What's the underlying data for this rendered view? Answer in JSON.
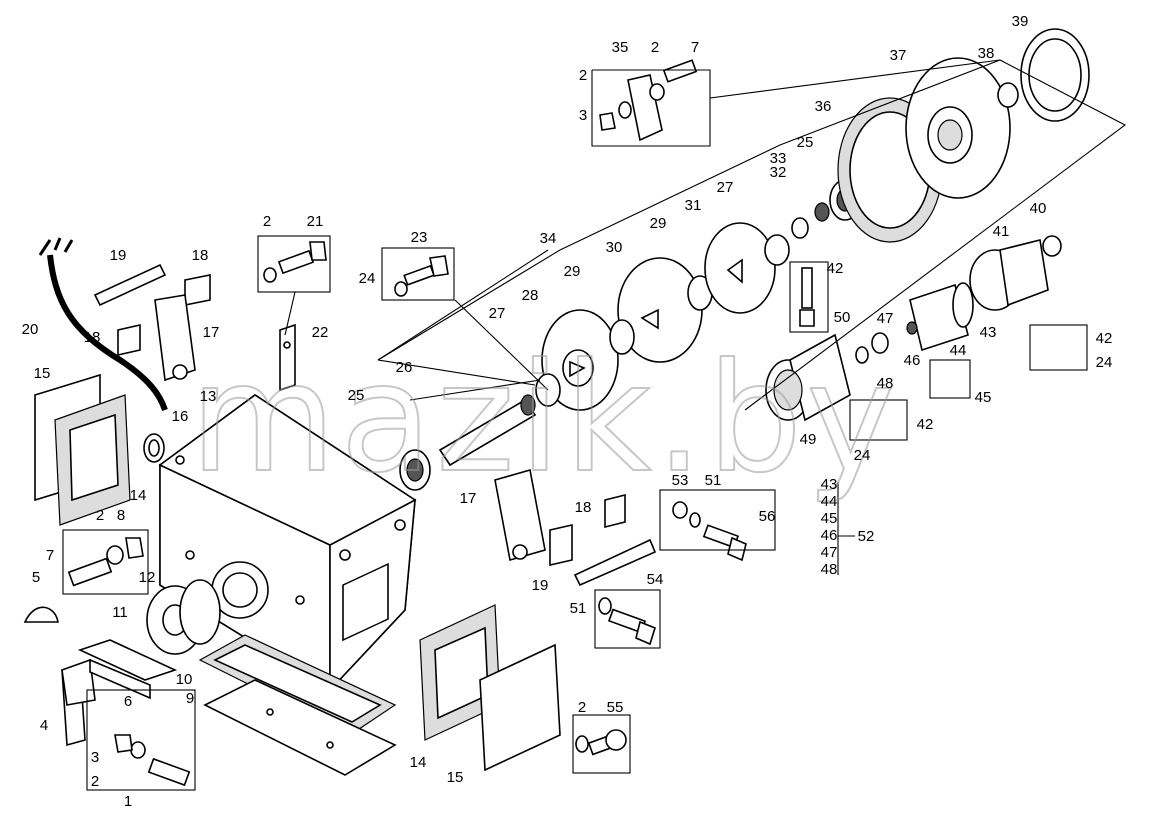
{
  "watermark": "mazik.by",
  "callouts": [
    {
      "id": "c1",
      "text": "1"
    },
    {
      "id": "c2a",
      "text": "2"
    },
    {
      "id": "c3a",
      "text": "3"
    },
    {
      "id": "c4",
      "text": "4"
    },
    {
      "id": "c5",
      "text": "5"
    },
    {
      "id": "c6",
      "text": "6"
    },
    {
      "id": "c7a",
      "text": "7"
    },
    {
      "id": "c2b",
      "text": "2"
    },
    {
      "id": "c8",
      "text": "8"
    },
    {
      "id": "c9",
      "text": "9"
    },
    {
      "id": "c10",
      "text": "10"
    },
    {
      "id": "c11",
      "text": "11"
    },
    {
      "id": "c12",
      "text": "12"
    },
    {
      "id": "c13",
      "text": "13"
    },
    {
      "id": "c14a",
      "text": "14"
    },
    {
      "id": "c15a",
      "text": "15"
    },
    {
      "id": "c16",
      "text": "16"
    },
    {
      "id": "c17a",
      "text": "17"
    },
    {
      "id": "c18a",
      "text": "18"
    },
    {
      "id": "c18b",
      "text": "18"
    },
    {
      "id": "c19a",
      "text": "19"
    },
    {
      "id": "c20",
      "text": "20"
    },
    {
      "id": "c2c",
      "text": "2"
    },
    {
      "id": "c21",
      "text": "21"
    },
    {
      "id": "c22",
      "text": "22"
    },
    {
      "id": "c23",
      "text": "23"
    },
    {
      "id": "c24a",
      "text": "24"
    },
    {
      "id": "c25a",
      "text": "25"
    },
    {
      "id": "c26",
      "text": "26"
    },
    {
      "id": "c27a",
      "text": "27"
    },
    {
      "id": "c28",
      "text": "28"
    },
    {
      "id": "c29a",
      "text": "29"
    },
    {
      "id": "c30",
      "text": "30"
    },
    {
      "id": "c29b",
      "text": "29"
    },
    {
      "id": "c31",
      "text": "31"
    },
    {
      "id": "c27b",
      "text": "27"
    },
    {
      "id": "c32",
      "text": "32"
    },
    {
      "id": "c33",
      "text": "33"
    },
    {
      "id": "c25b",
      "text": "25"
    },
    {
      "id": "c34",
      "text": "34"
    },
    {
      "id": "c35",
      "text": "35"
    },
    {
      "id": "c2d",
      "text": "2"
    },
    {
      "id": "c7b",
      "text": "7"
    },
    {
      "id": "c2e",
      "text": "2"
    },
    {
      "id": "c3b",
      "text": "3"
    },
    {
      "id": "c36",
      "text": "36"
    },
    {
      "id": "c37",
      "text": "37"
    },
    {
      "id": "c38",
      "text": "38"
    },
    {
      "id": "c39",
      "text": "39"
    },
    {
      "id": "c40",
      "text": "40"
    },
    {
      "id": "c41",
      "text": "41"
    },
    {
      "id": "c42a",
      "text": "42"
    },
    {
      "id": "c50",
      "text": "50"
    },
    {
      "id": "c47",
      "text": "47"
    },
    {
      "id": "c48a",
      "text": "48"
    },
    {
      "id": "c46a",
      "text": "46"
    },
    {
      "id": "c43a",
      "text": "43"
    },
    {
      "id": "c44a",
      "text": "44"
    },
    {
      "id": "c45a",
      "text": "45"
    },
    {
      "id": "c42b",
      "text": "42"
    },
    {
      "id": "c24b",
      "text": "24"
    },
    {
      "id": "c42c",
      "text": "42"
    },
    {
      "id": "c49",
      "text": "49"
    },
    {
      "id": "c24c",
      "text": "24"
    },
    {
      "id": "c17b",
      "text": "17"
    },
    {
      "id": "c18c",
      "text": "18"
    },
    {
      "id": "c19b",
      "text": "19"
    },
    {
      "id": "c53",
      "text": "53"
    },
    {
      "id": "c51a",
      "text": "51"
    },
    {
      "id": "c56",
      "text": "56"
    },
    {
      "id": "c51b",
      "text": "51"
    },
    {
      "id": "c54",
      "text": "54"
    },
    {
      "id": "c14b",
      "text": "14"
    },
    {
      "id": "c15b",
      "text": "15"
    },
    {
      "id": "c2f",
      "text": "2"
    },
    {
      "id": "c55",
      "text": "55"
    },
    {
      "id": "c52",
      "text": "52"
    }
  ],
  "group_52": [
    "43",
    "44",
    "45",
    "46",
    "47",
    "48"
  ]
}
